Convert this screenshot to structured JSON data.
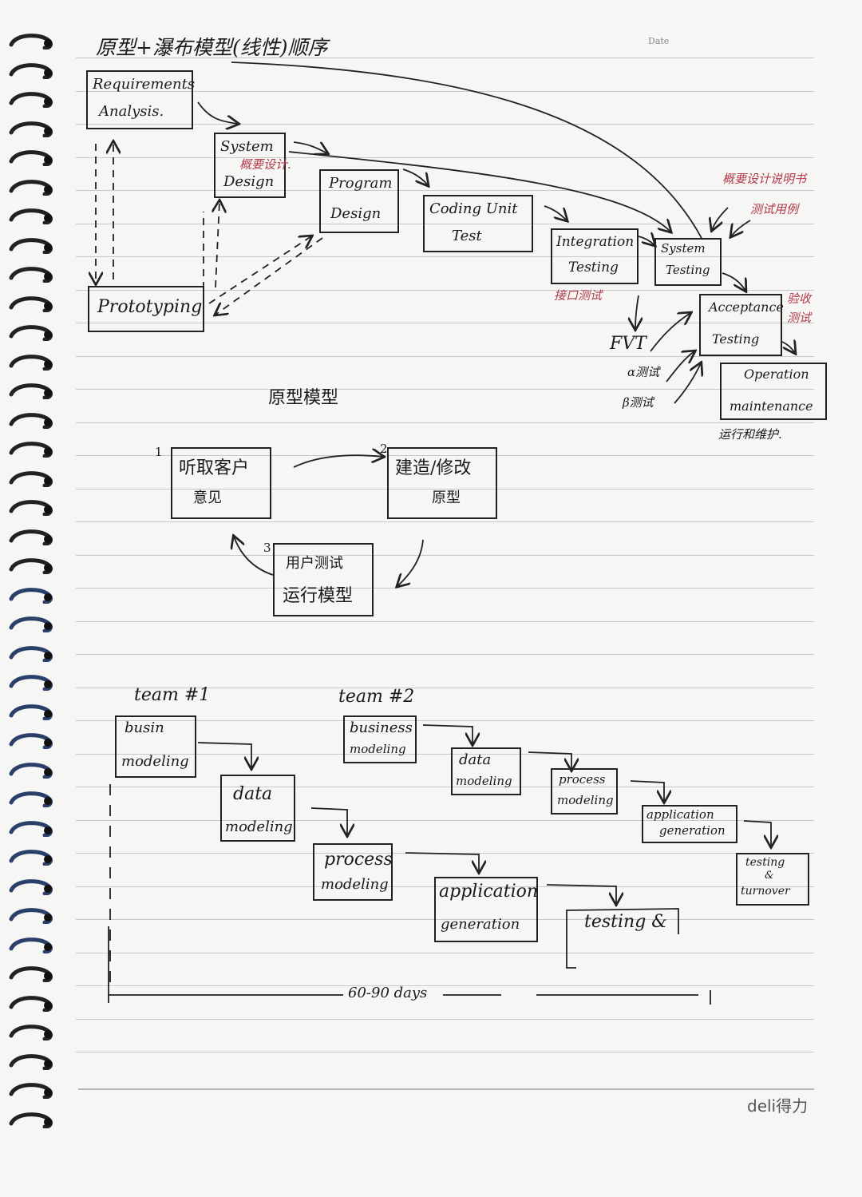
{
  "header": {
    "title": "原型+瀑布模型(线性)顺序",
    "date_label": "Date"
  },
  "waterfall": {
    "requirements": [
      "Requirements",
      "Analysis."
    ],
    "system_design": [
      "System",
      "Design"
    ],
    "system_design_note": "概要设计.",
    "program_design": [
      "Program",
      "Design"
    ],
    "coding": [
      "Coding  Unit",
      "Test"
    ],
    "integration": [
      "Integration",
      "Testing"
    ],
    "integration_note": "接口测试",
    "system_testing": [
      "System",
      "Testing"
    ],
    "acceptance": [
      "Acceptance",
      "Testing"
    ],
    "acceptance_note": [
      "验收",
      "测试"
    ],
    "operation": [
      "Operation",
      "maintenance"
    ],
    "operation_note": "运行和维护.",
    "prototyping": "Prototyping",
    "notes_top": [
      "概要设计说明书",
      "测试用例"
    ],
    "fvt": "FVT",
    "alpha": "α测试",
    "beta": "β测试"
  },
  "prototype_model": {
    "title": "原型模型",
    "step1": {
      "num": "1",
      "lines": [
        "听取客户",
        "意见"
      ]
    },
    "step2": {
      "num": "2",
      "lines": [
        "建造/修改",
        "原型"
      ]
    },
    "step3": {
      "num": "3",
      "lines": [
        "用户测试",
        "运行模型"
      ]
    }
  },
  "rad": {
    "team1": "team  #1",
    "team2": "team  #2",
    "t1_business": [
      "busin",
      "modeling"
    ],
    "t1_data": [
      "data",
      "modeling"
    ],
    "t1_process": [
      "process",
      "modeling"
    ],
    "t1_application": [
      "application",
      "generation"
    ],
    "t1_testing": "testing &",
    "t2_business": [
      "business",
      "modeling"
    ],
    "t2_data": [
      "data",
      "modeling"
    ],
    "t2_process": [
      "process",
      "modeling"
    ],
    "t2_application": [
      "application",
      "generation"
    ],
    "t2_testing": [
      "testing",
      "&",
      "turnover"
    ],
    "duration": "60-90 days"
  },
  "footer": {
    "brand": "deli得力"
  }
}
